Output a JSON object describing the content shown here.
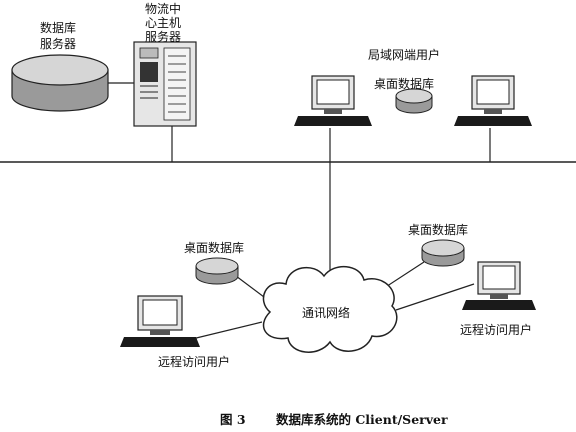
{
  "figure": {
    "caption_number": "图 3",
    "caption_title": "数据库系统的 Client/Server"
  },
  "labels": {
    "db_server": [
      "数据库",
      "服务器"
    ],
    "host": [
      "物流中",
      "心主机",
      "服务器"
    ],
    "lan_users": "局域网端用户",
    "desktop_db_top": "桌面数据库",
    "desktop_db_left": "桌面数据库",
    "desktop_db_right": "桌面数据库",
    "network": "通讯网络",
    "remote_left": "远程访问用户",
    "remote_right": "远程访问用户"
  },
  "colors": {
    "line": "#222222",
    "cylinder_top": "#d6d6d6",
    "cylinder_side": "#9a9a9a",
    "screen": "#ffffff",
    "device": "#e6e6e6",
    "dark": "#1a1a1a"
  }
}
